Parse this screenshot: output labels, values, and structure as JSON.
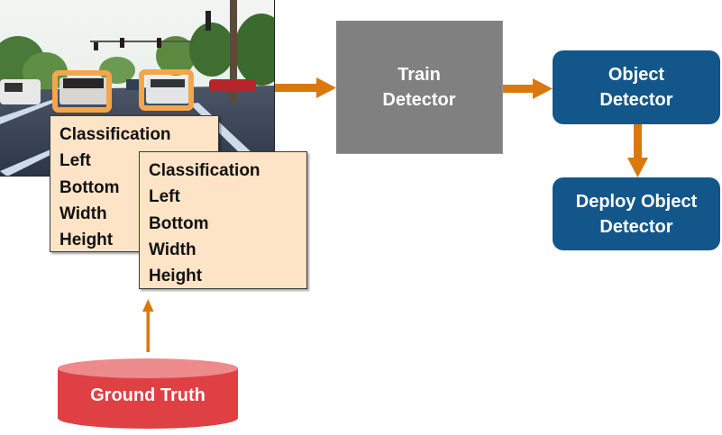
{
  "diagram": {
    "photo": {
      "description": "Street scene with cars; two vehicles marked with bounding boxes",
      "bounding_box_count": 2,
      "bounding_box_color": "#F5A54A"
    },
    "label_boxes": [
      {
        "fields": [
          "Classification",
          "Left",
          "Bottom",
          "Width",
          "Height"
        ]
      },
      {
        "fields": [
          "Classification",
          "Left",
          "Bottom",
          "Width",
          "Height"
        ]
      }
    ],
    "nodes": {
      "train": {
        "line1": "Train",
        "line2": "Detector",
        "color": "#808080"
      },
      "object_detector": {
        "line1": "Object",
        "line2": "Detector",
        "color": "#13578A"
      },
      "deploy": {
        "line1": "Deploy Object",
        "line2": "Detector",
        "color": "#13578A"
      },
      "ground_truth": {
        "label": "Ground Truth",
        "color": "#DE4044",
        "top_color": "#EC8A8C"
      }
    },
    "arrow_color": "#D9790D",
    "edges": [
      {
        "from": "photo",
        "to": "train"
      },
      {
        "from": "train",
        "to": "object_detector"
      },
      {
        "from": "object_detector",
        "to": "deploy"
      },
      {
        "from": "ground_truth",
        "to": "label_boxes"
      }
    ]
  }
}
